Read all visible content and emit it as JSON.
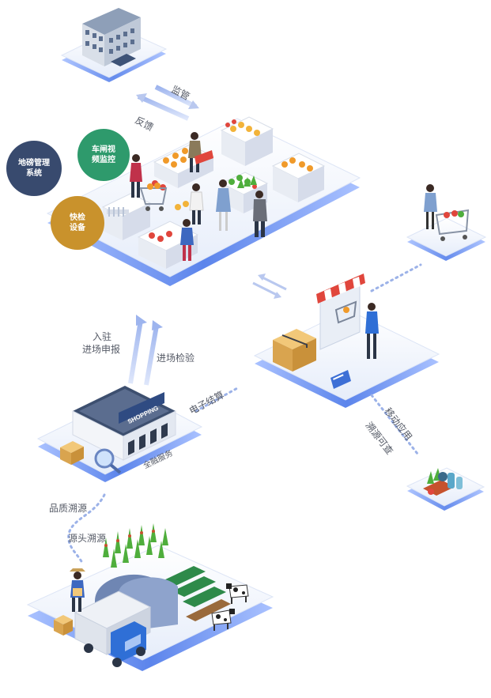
{
  "labels": {
    "supervise": "监管",
    "feedback": "反馈",
    "enter": "入驻",
    "enter_apply": "进场申报",
    "enter_inspect": "进场检验",
    "e_settle": "电子结算",
    "finance": "全融服务",
    "mobile_app": "移动应用",
    "trace_query": "溯源可查",
    "quality_trace": "品质溯源",
    "source_trace": "源头溯源",
    "shop_sign": "SHOPPING"
  },
  "circles": {
    "scale_system": [
      "地磅管理",
      "系统"
    ],
    "gate_video": [
      "车闸视",
      "频监控"
    ],
    "fast_detect": [
      "快检",
      "设备"
    ]
  },
  "colors": {
    "platform": "#eef3fb",
    "platform_edge": "#4d7cf0",
    "circle_blue": "#384a6e",
    "circle_green": "#2e9a6c",
    "circle_gold": "#c9922c",
    "arrow": "#b9c8ef",
    "dotted": "#9cb2e8"
  }
}
